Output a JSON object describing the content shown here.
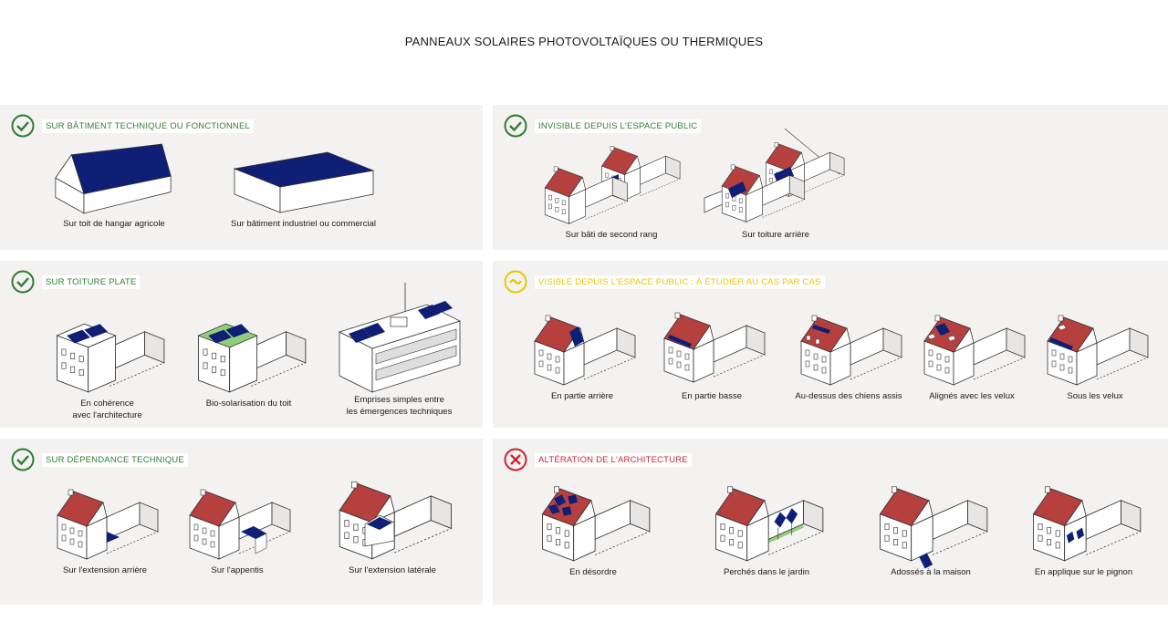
{
  "title": "PANNEAUX SOLAIRES PHOTOVOLTAÏQUES OU THERMIQUES",
  "colors": {
    "ok": "#2e7d32",
    "warn": "#e6c800",
    "bad": "#cc2233",
    "roof": "#b5403e",
    "panel": "#0f1f75",
    "green_roof": "#8fcf7a",
    "panel_bg": "#f4f2f0"
  },
  "sections": {
    "technique": {
      "heading": "SUR BÂTIMENT TECHNIQUE OU FONCTIONNEL",
      "status": "check-icon",
      "items": [
        {
          "caption": "Sur toit de hangar agricole"
        },
        {
          "caption": "Sur bâtiment industriel ou commercial"
        }
      ]
    },
    "invisible": {
      "heading": "INVISIBLE DEPUIS L'ESPACE PUBLIC",
      "status": "check-icon",
      "items": [
        {
          "caption": "Sur bâti de second rang"
        },
        {
          "caption": "Sur toiture arrière"
        }
      ]
    },
    "plate": {
      "heading": "SUR TOITURE PLATE",
      "status": "check-icon",
      "items": [
        {
          "caption_line1": "En cohérence",
          "caption_line2": "avec l'architecture"
        },
        {
          "caption": "Bio-solarisation du toit"
        },
        {
          "caption_line1": "Emprises simples entre",
          "caption_line2": "les émergences techniques"
        }
      ]
    },
    "visible": {
      "heading": "VISIBLE DEPUIS L'ESPACE PUBLIC : À ÉTUDIER AU CAS PAR CAS",
      "status": "tilde-icon",
      "items": [
        {
          "caption": "En partie arrière"
        },
        {
          "caption": "En partie basse"
        },
        {
          "caption": "Au-dessus des chiens assis"
        },
        {
          "caption": "Alignés avec les velux"
        },
        {
          "caption": "Sous les velux"
        }
      ]
    },
    "dependance": {
      "heading": "SUR DÉPENDANCE TECHNIQUE",
      "status": "check-icon",
      "items": [
        {
          "caption": "Sur l'extension arrière"
        },
        {
          "caption": "Sur l'appentis"
        },
        {
          "caption": "Sur l'extension latérale"
        }
      ]
    },
    "alteration": {
      "heading": "ALTÉRATION DE L'ARCHITECTURE",
      "status": "cross-icon",
      "items": [
        {
          "caption": "En désordre"
        },
        {
          "caption": "Perchés dans le jardin"
        },
        {
          "caption": "Adossés à la maison"
        },
        {
          "caption": "En applique sur le pignon"
        }
      ]
    }
  }
}
